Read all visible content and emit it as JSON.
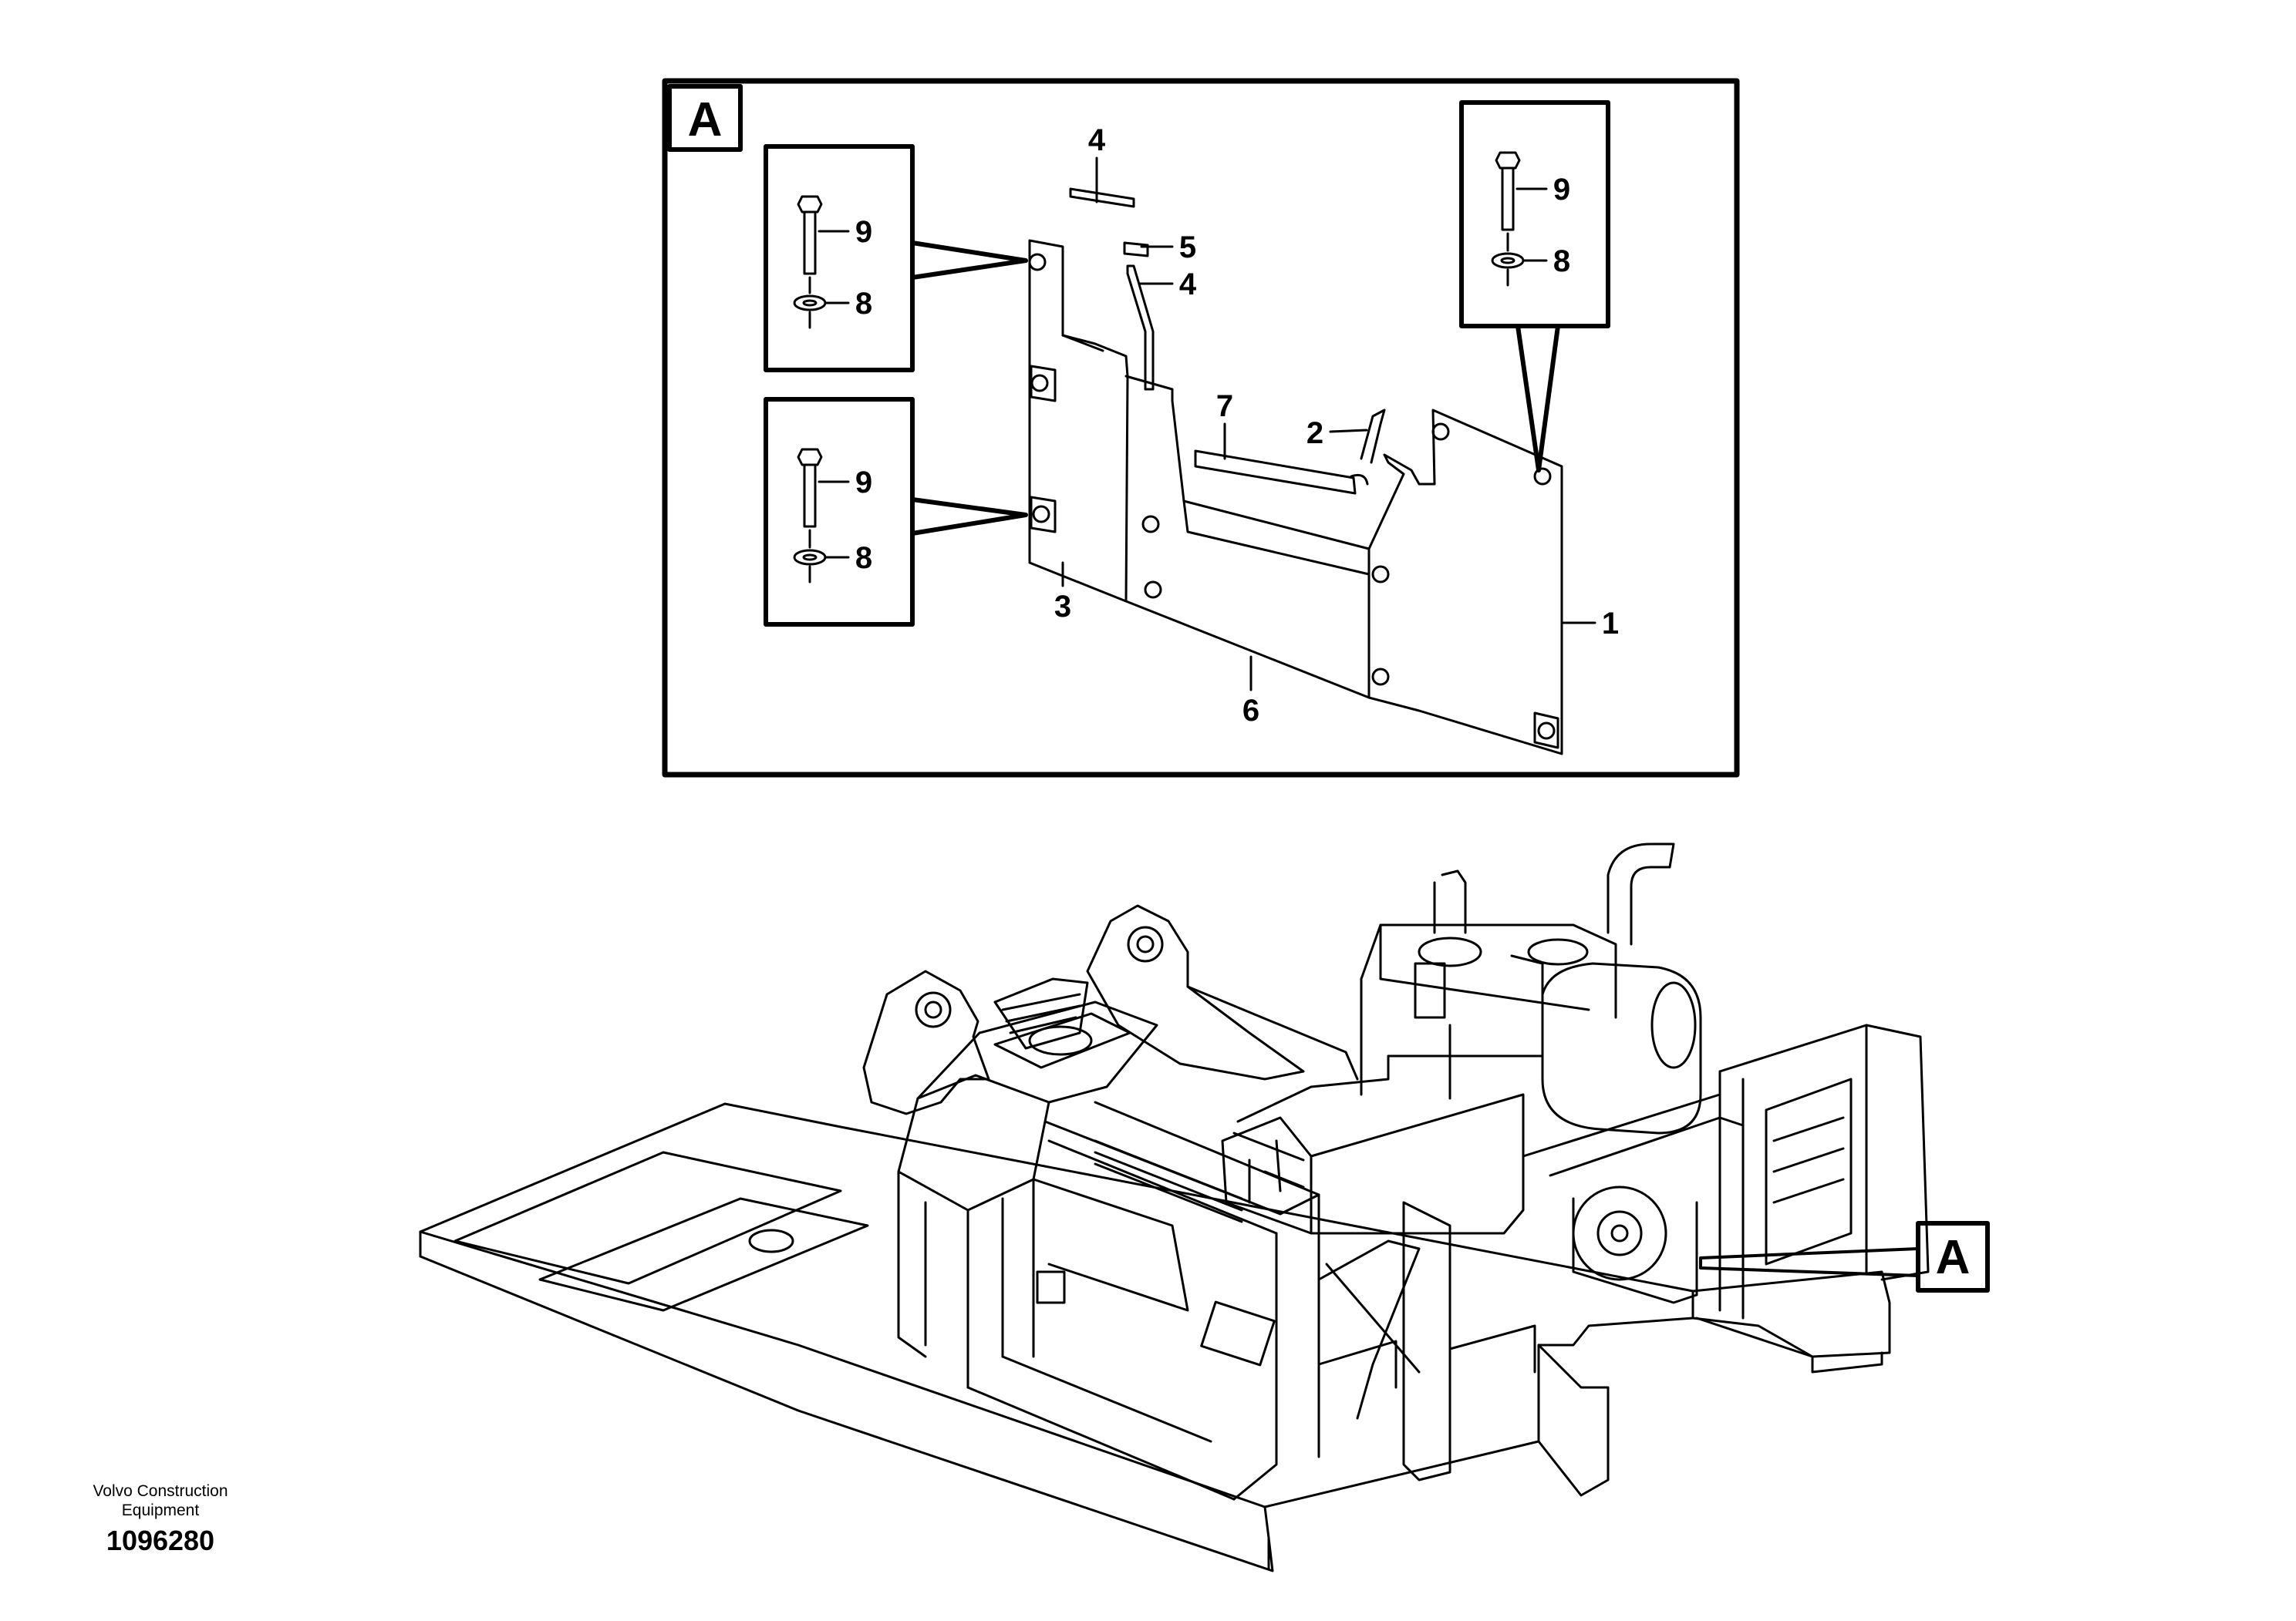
{
  "detail": {
    "ref_letter": "A",
    "callouts": [
      {
        "id": "part-1",
        "text": "1"
      },
      {
        "id": "part-2",
        "text": "2"
      },
      {
        "id": "part-3",
        "text": "3"
      },
      {
        "id": "part-4-top",
        "text": "4"
      },
      {
        "id": "part-4-lower",
        "text": "4"
      },
      {
        "id": "part-5",
        "text": "5"
      },
      {
        "id": "part-6",
        "text": "6"
      },
      {
        "id": "part-7",
        "text": "7"
      },
      {
        "id": "part-8-box1",
        "text": "8"
      },
      {
        "id": "part-9-box1",
        "text": "9"
      },
      {
        "id": "part-8-box2",
        "text": "8"
      },
      {
        "id": "part-9-box2",
        "text": "9"
      },
      {
        "id": "part-8-box3",
        "text": "8"
      },
      {
        "id": "part-9-box3",
        "text": "9"
      }
    ]
  },
  "machine_view": {
    "ref_letter": "A"
  },
  "footer": {
    "brand_line1": "Volvo Construction",
    "brand_line2": "Equipment",
    "doc_number": "1096280"
  }
}
